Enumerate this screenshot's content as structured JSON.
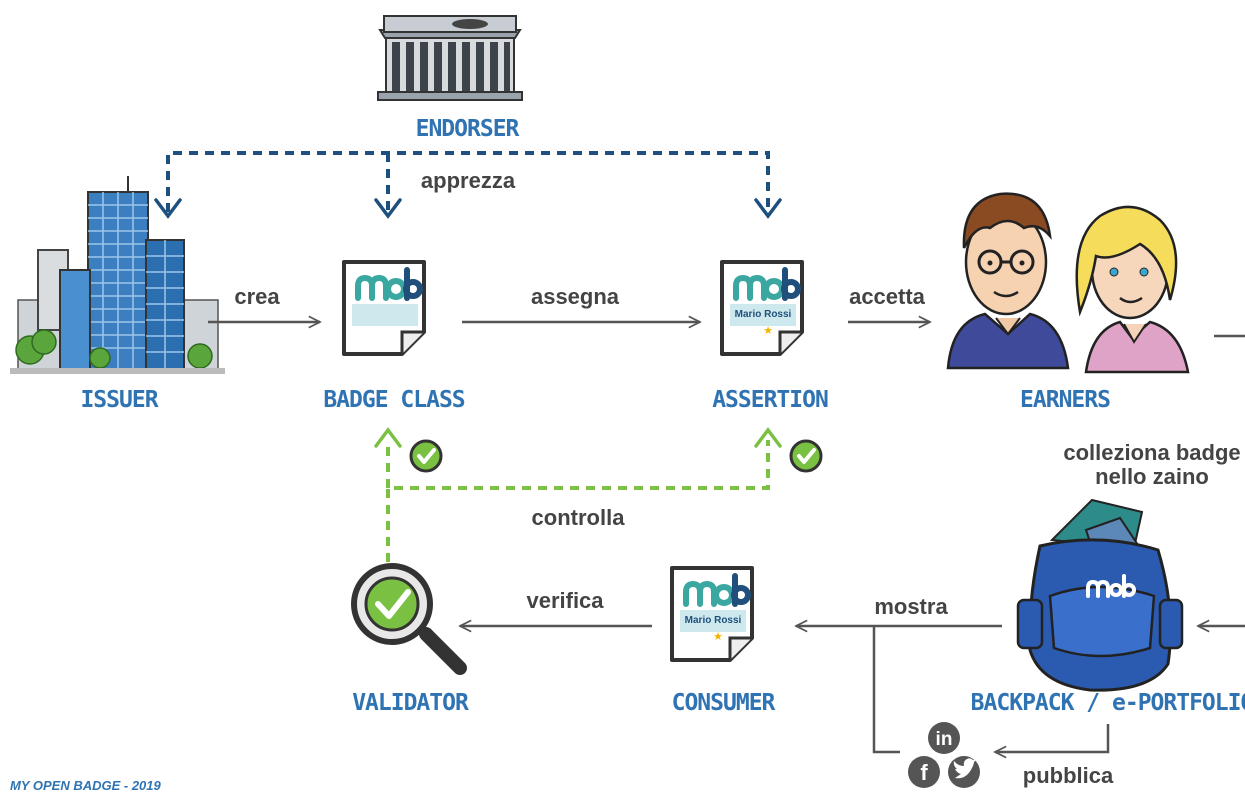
{
  "nodes": {
    "endorser": "ENDORSER",
    "issuer": "ISSUER",
    "badge_class": "BADGE CLASS",
    "assertion": "ASSERTION",
    "earners": "EARNERS",
    "validator": "VALIDATOR",
    "consumer": "CONSUMER",
    "backpack": "BACKPACK / e-PORTFOLIO"
  },
  "verbs": {
    "apprezza": "apprezza",
    "crea": "crea",
    "assegna": "assegna",
    "accetta": "accetta",
    "colleziona_line1": "colleziona badge",
    "colleziona_line2": "nello zaino",
    "controlla": "controlla",
    "verifica": "verifica",
    "mostra": "mostra",
    "pubblica": "pubblica"
  },
  "badge": {
    "logo": "mob",
    "owner": "Mario Rossi"
  },
  "social": {
    "linkedin": "in",
    "facebook": "f"
  },
  "footer": "MY OPEN BADGE - 2019",
  "colors": {
    "label_blue": "#2f73b3",
    "endorse_dash": "#1d4f7f",
    "check_dash": "#7ac143",
    "arrow_gray": "#555555",
    "brand_teal": "#3aa7a0",
    "brand_navy": "#1f4f7a",
    "badge_fill": "#cde9ee",
    "check_green": "#7ac143"
  },
  "icons": [
    "building-icon",
    "skyscraper-icon",
    "badge-icon",
    "person-icon",
    "backpack-icon",
    "magnifier-icon",
    "check-icon",
    "linkedin-icon",
    "facebook-icon",
    "twitter-icon"
  ]
}
